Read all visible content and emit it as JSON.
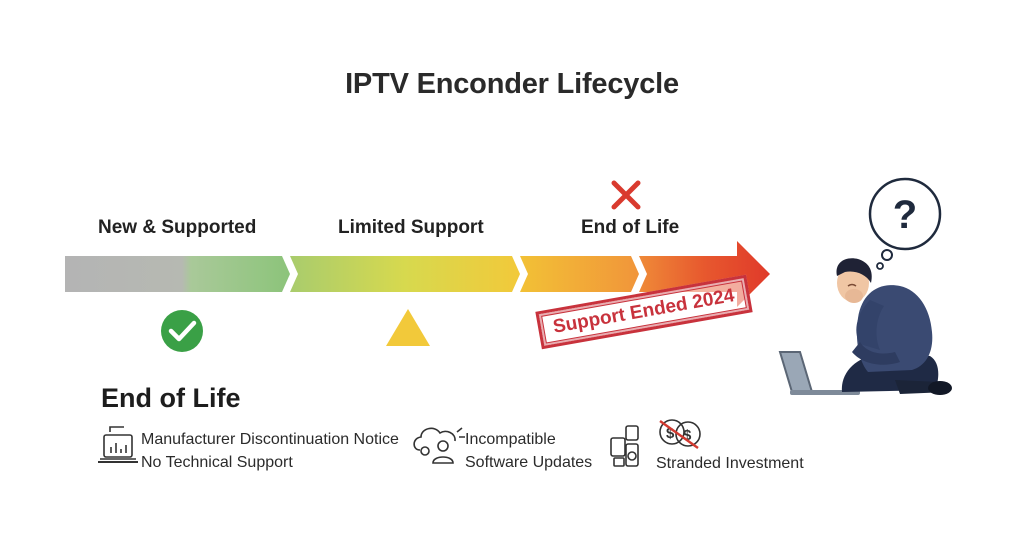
{
  "title": "IPTV Enconder Lifecycle",
  "stages": [
    {
      "label": "New & Supported",
      "marker": "check-icon"
    },
    {
      "label": "Limited Support",
      "marker": "warning-triangle-icon"
    },
    {
      "label": "End of Life",
      "marker": "x-icon"
    }
  ],
  "stamp": "Support Ended 2024",
  "section": {
    "title": "End of Life",
    "items": [
      {
        "lines": [
          "Manufacturer Discontinuation Notice",
          "No Technical Support"
        ],
        "icon": "laptop-chart-icon"
      },
      {
        "lines": [
          "Incompatible",
          "Software Updates"
        ],
        "icon": "cloud-user-icon"
      },
      {
        "lines": [
          "Stranded Investment"
        ],
        "icon": "stacked-devices-no-money-icon"
      }
    ]
  },
  "figure": {
    "icon": "question-mark-icon",
    "illustration": "worried-person-with-laptop"
  },
  "colors": {
    "gray": "#b4b4b4",
    "green": "#8cc47a",
    "yellow_green": "#c9d85e",
    "yellow": "#f2c93a",
    "orange": "#f29a3a",
    "red": "#e2402c",
    "check_green": "#3aa046",
    "stamp_red": "#c8323c"
  }
}
